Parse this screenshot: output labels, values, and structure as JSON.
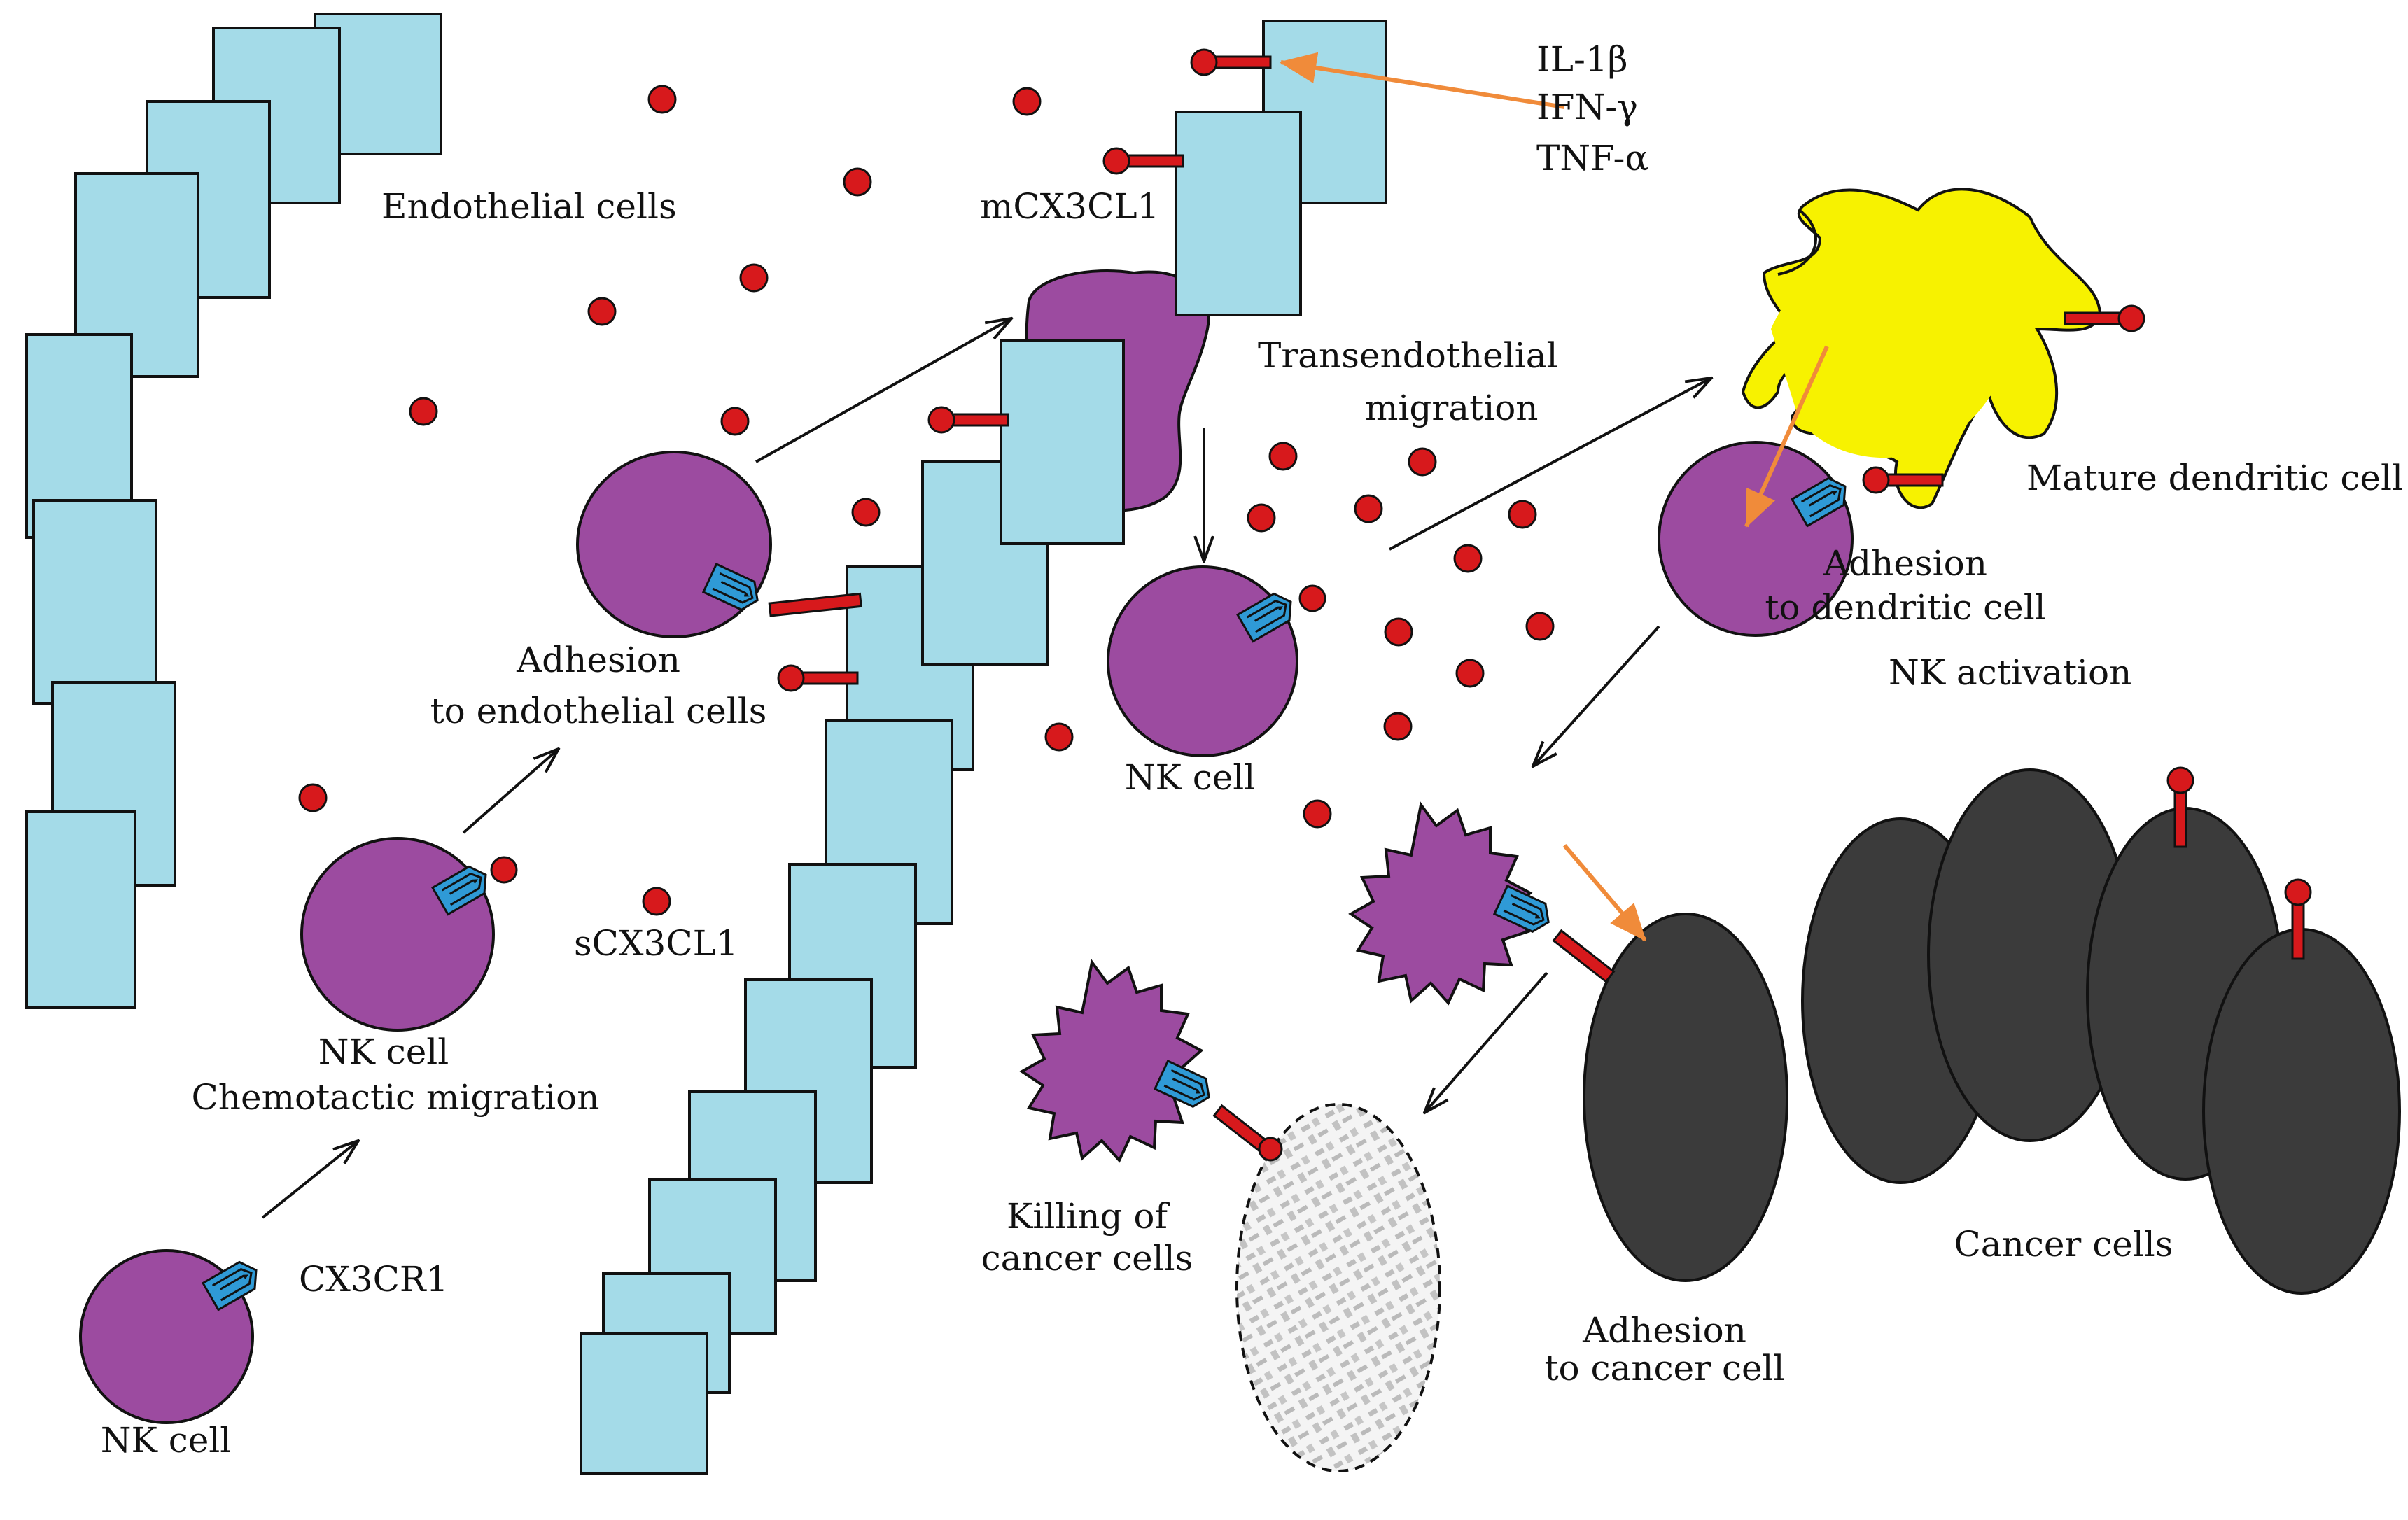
{
  "labels": {
    "cytokine_1": "IL-1β",
    "cytokine_2": "IFN-γ",
    "cytokine_3": "TNF-α",
    "endothelial_cells": "Endothelial cells",
    "mcx3cl1": "mCX3CL1",
    "transendothelial_line1": "Transendothelial",
    "transendothelial_line2": "migration",
    "mature_dendritic_cell": "Mature dendritic cell",
    "adhesion_dc_line1": "Adhesion",
    "adhesion_dc_line2": "to dendritic cell",
    "nk_activation": "NK activation",
    "adhesion_endo_line1": "Adhesion",
    "adhesion_endo_line2": "to endothelial cells",
    "nk_cell_middle": "NK cell",
    "nk_cell_chemotactic": "NK cell",
    "chemotactic_migration": "Chemotactic migration",
    "scx3cl1": "sCX3CL1",
    "cx3cr1": "CX3CR1",
    "nk_cell_bottom": "NK cell",
    "killing_line1": "Killing of",
    "killing_line2": "cancer cells",
    "adhesion_cancer_line1": "Adhesion",
    "adhesion_cancer_line2": "to cancer cell",
    "cancer_cells": "Cancer cells"
  },
  "colors": {
    "endothelial": "#a4dbe8",
    "nk_cell": "#9c4ba0",
    "dendritic_cell": "#f7f200",
    "cancer_cell": "#3b3b3b",
    "chemokine": "#d7191c",
    "receptor": "#2f9ad6",
    "activation_arrow": "#f08b3a"
  }
}
